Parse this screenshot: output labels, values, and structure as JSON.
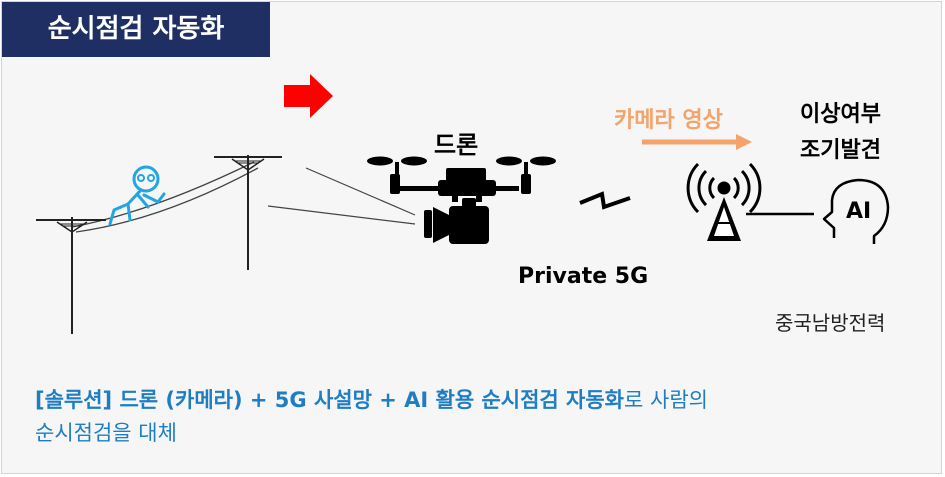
{
  "title": "순시점검 자동화",
  "labels": {
    "drone": "드론",
    "camera_video": "카메라 영상",
    "detect_line1": "이상여부",
    "detect_line2": "조기발견",
    "private5g": "Private 5G",
    "company": "중국남방전력",
    "ai": "AI"
  },
  "caption": {
    "bold": "[솔루션] 드론 (카메라) + 5G 사설망 + AI 활용 순시점검 자동화",
    "rest": "로 사람의",
    "line2": "순시점검을 대체"
  },
  "colors": {
    "title_bg": "#1f2f63",
    "red_arrow": "#ff0000",
    "orange": "#f4a36b",
    "accent_blue": "#1f7dc2",
    "worker_blue": "#22a5e0"
  },
  "icons": [
    "red-arrow-icon",
    "power-pole-icon",
    "power-line-icon",
    "worker-icon",
    "drone-icon",
    "camera-icon",
    "signal-zigzag-icon",
    "orange-arrow-icon",
    "antenna-tower-icon",
    "ai-head-icon"
  ]
}
